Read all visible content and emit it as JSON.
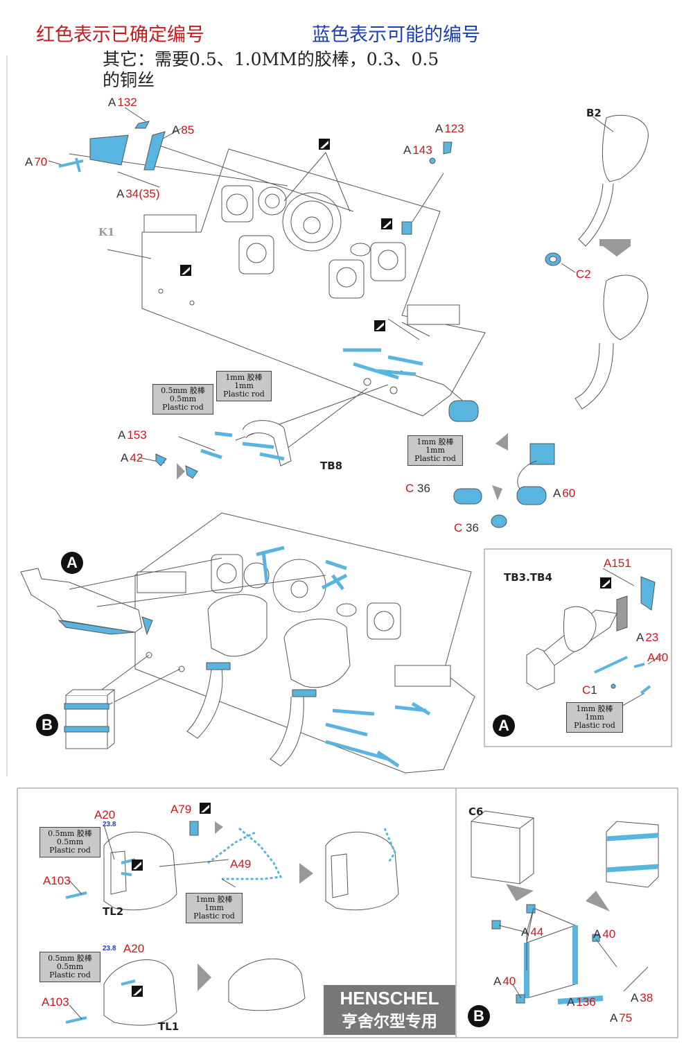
{
  "header": {
    "red_note": "红色表示已确定编号",
    "blue_note": "蓝色表示可能的编号",
    "other_line1": "其它：需要0.5、1.0MM的胶棒，0.3、0.5",
    "other_line2": "的铜丝"
  },
  "labels": {
    "a132": {
      "pfx": "A",
      "num": "132"
    },
    "a85": {
      "pfx": "A",
      "num": "85"
    },
    "a70": {
      "pfx": "A",
      "num": "70"
    },
    "a34": {
      "pfx": "A",
      "num": "34(35)"
    },
    "a123": {
      "pfx": "A",
      "num": "123"
    },
    "a143": {
      "pfx": "A",
      "num": "143"
    },
    "b2": "B2",
    "c2": "C2",
    "k1": "K1",
    "a153": {
      "pfx": "A",
      "num": "153"
    },
    "a42": {
      "pfx": "A",
      "num": "42"
    },
    "tb8": "TB8",
    "c36a": {
      "pfx": "C",
      "num": "36"
    },
    "c36b": {
      "pfx": "C",
      "num": "36"
    },
    "a60": {
      "pfx": "A",
      "num": "60"
    },
    "tb34": "TB3.TB4",
    "a151": "A151",
    "a23": {
      "pfx": "A",
      "num": "23"
    },
    "a40_tb": "A40",
    "c1": {
      "pfx": "C",
      "num": "1"
    },
    "a20_top": "A20",
    "a79": "A79",
    "a103_top": "A103",
    "a49": "A49",
    "tl2": "TL2",
    "n238_top": "23.8",
    "a20_bot": "A20",
    "a103_bot": "A103",
    "tl1": "TL1",
    "n238_bot": "23.8",
    "c6": "C6",
    "a44": {
      "pfx": "A",
      "num": "44"
    },
    "a40_b1": {
      "pfx": "A",
      "num": "40"
    },
    "a40_b2": {
      "pfx": "A",
      "num": "40"
    },
    "a136": {
      "pfx": "A",
      "num": "136"
    },
    "a38": {
      "pfx": "A",
      "num": "38"
    },
    "a75": {
      "pfx": "A",
      "num": "75"
    }
  },
  "notes": {
    "rod05_top": {
      "cn": "0.5mm 胶棒",
      "mm": "0.5mm",
      "en": "Plastic rod"
    },
    "rod1_top": {
      "cn": "1mm 胶棒",
      "mm": "1mm",
      "en": "Plastic rod"
    },
    "rod1_mid": {
      "cn": "1mm 胶棒",
      "mm": "1mm",
      "en": "Plastic rod"
    },
    "rod1_tb": {
      "cn": "1mm 胶棒",
      "mm": "1mm",
      "en": "Plastic rod"
    },
    "rod05_tl2": {
      "cn": "0.5mm 胶棒",
      "mm": "0.5mm",
      "en": "Plastic rod"
    },
    "rod1_tl2": {
      "cn": "1mm 胶棒",
      "mm": "1mm",
      "en": "Plastic rod"
    },
    "rod05_tl1": {
      "cn": "0.5mm 胶棒",
      "mm": "0.5mm",
      "en": "Plastic rod"
    }
  },
  "callouts": {
    "A": "A",
    "B": "B"
  },
  "brand": {
    "name": "HENSCHEL",
    "cn": "亨舍尔型专用"
  },
  "colors": {
    "red": "#c8191d",
    "blue": "#1a3fb5",
    "part_blue": "#5ab4e0"
  }
}
